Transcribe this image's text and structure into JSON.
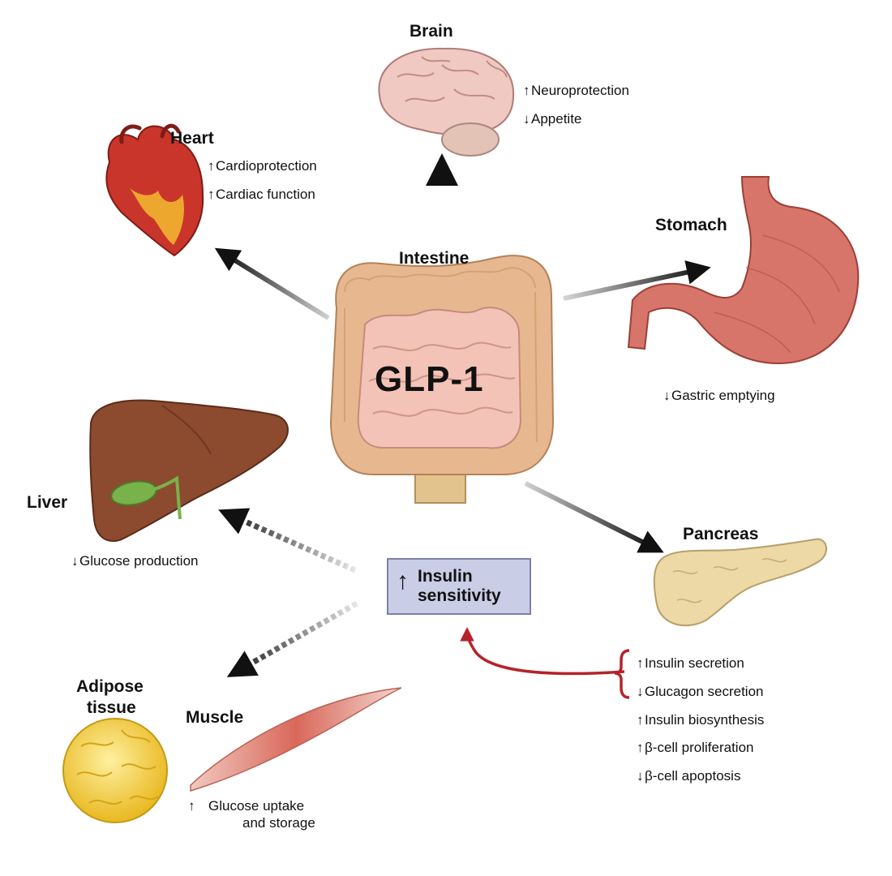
{
  "center": {
    "hormone": "GLP-1",
    "source": "Intestine"
  },
  "organs": {
    "brain": {
      "title": "Brain",
      "effects": [
        {
          "dir": "up",
          "text": "Neuroprotection"
        },
        {
          "dir": "down",
          "text": "Appetite"
        }
      ]
    },
    "heart": {
      "title": "Heart",
      "effects": [
        {
          "dir": "up",
          "text": "Cardioprotection"
        },
        {
          "dir": "up",
          "text": "Cardiac function"
        }
      ]
    },
    "stomach": {
      "title": "Stomach",
      "effects": [
        {
          "dir": "down",
          "text": "Gastric emptying"
        }
      ]
    },
    "liver": {
      "title": "Liver",
      "effects": [
        {
          "dir": "down",
          "text": "Glucose production"
        }
      ]
    },
    "pancreas": {
      "title": "Pancreas",
      "effects": [
        {
          "dir": "up",
          "text": "Insulin secretion"
        },
        {
          "dir": "down",
          "text": "Glucagon secretion"
        },
        {
          "dir": "up",
          "text": "Insulin biosynthesis"
        },
        {
          "dir": "up",
          "text": "β-cell proliferation"
        },
        {
          "dir": "down",
          "text": "β-cell apoptosis"
        }
      ]
    },
    "adipose": {
      "title_line1": "Adipose",
      "title_line2": "tissue"
    },
    "muscle": {
      "title": "Muscle",
      "effect_dir": "up",
      "effect_line1": "Glucose uptake",
      "effect_line2": "and storage"
    }
  },
  "insulin_box": {
    "dir": "up",
    "line1": "Insulin",
    "line2": "sensitivity"
  },
  "glyphs": {
    "up": "↑",
    "down": "↓"
  },
  "colors": {
    "feedback_arrow": "#b5232a",
    "box_fill": "#c9cde6",
    "box_border": "#7d80a8",
    "heart": "#c9352b",
    "liver": "#8c4a2f",
    "stomach": "#d8756a",
    "pancreas": "#ecd9a6",
    "adipose": "#f2d23a",
    "muscle": "#e39a8d",
    "intestine": "#e7b890"
  }
}
